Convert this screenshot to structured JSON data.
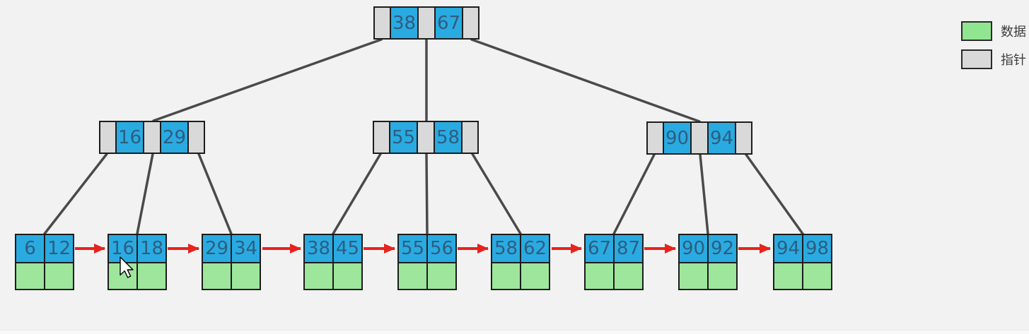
{
  "diagram": "B+ tree with linked leaf level",
  "colors": {
    "background": "#f2f2f2",
    "key_cell_blue": "#29abe2",
    "data_cell_green": "#9de69c",
    "pointer_cell_gray": "#d9d9d9",
    "edge_gray": "#4a4a4a",
    "leaf_link_red": "#e8221c",
    "key_text": "#2e5d80"
  },
  "tree": {
    "root": {
      "keys": [
        "38",
        "67"
      ]
    },
    "internal": [
      {
        "keys": [
          "16",
          "29"
        ]
      },
      {
        "keys": [
          "55",
          "58"
        ]
      },
      {
        "keys": [
          "90",
          "94"
        ]
      }
    ],
    "leaves": [
      {
        "keys": [
          "6",
          "12"
        ]
      },
      {
        "keys": [
          "16",
          "18"
        ]
      },
      {
        "keys": [
          "29",
          "34"
        ]
      },
      {
        "keys": [
          "38",
          "45"
        ]
      },
      {
        "keys": [
          "55",
          "56"
        ]
      },
      {
        "keys": [
          "58",
          "62"
        ]
      },
      {
        "keys": [
          "67",
          "87"
        ]
      },
      {
        "keys": [
          "90",
          "92"
        ]
      },
      {
        "keys": [
          "94",
          "98"
        ]
      }
    ]
  },
  "legend": {
    "items": [
      {
        "swatch": "data",
        "label": "数据"
      },
      {
        "swatch": "pointer",
        "label": "指针"
      }
    ]
  }
}
